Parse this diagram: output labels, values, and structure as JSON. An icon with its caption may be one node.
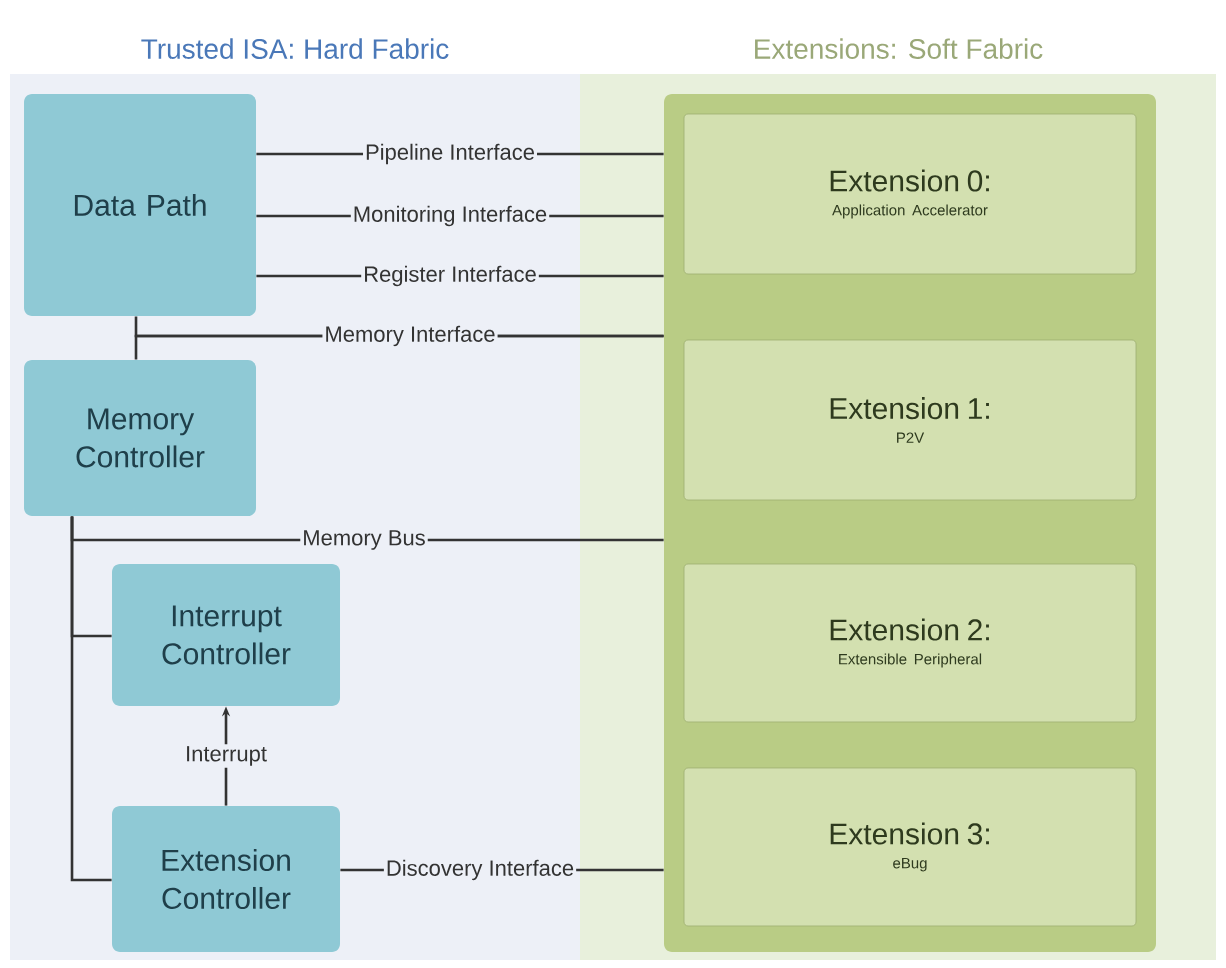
{
  "diagram": {
    "nodes": [
      {
        "text": [
          "Trusted ISA: Hard Fabric"
        ]
      },
      {
        "text": [
          "Extensions: Soft Fabric"
        ]
      },
      {
        "text": [
          "Data Path"
        ],
        "in": 0
      },
      {
        "text": [
          "Memory Controller"
        ],
        "in": 0
      },
      {
        "text": [
          "Interrupt Controller"
        ],
        "in": 0
      },
      {
        "text": [
          "Extension Controller"
        ],
        "in": 0
      },
      {
        "text": [],
        "shape": "box",
        "in": 1
      },
      {
        "text": [
          "Extension 0:",
          "Application Accelerator"
        ],
        "in": 6
      },
      {
        "text": [
          "Extension 1:",
          "P2V"
        ],
        "in": 6
      },
      {
        "text": [
          "Extension 2:",
          "Extensible Peripheral"
        ],
        "in": 6
      },
      {
        "text": [
          "Extension 3:",
          "eBug"
        ],
        "in": 6
      }
    ],
    "edges": [
      {
        "from": 2,
        "to": 6,
        "arrow": "none",
        "label": "Pipeline Interface"
      },
      {
        "from": 2,
        "to": 6,
        "arrow": "none",
        "label": "Monitoring Interface"
      },
      {
        "from": 2,
        "to": 6,
        "arrow": "none",
        "label": "Register Interface"
      },
      {
        "from": 2,
        "to": 6,
        "arrow": "none",
        "label": "Memory Interface"
      },
      {
        "from": 3,
        "to": 6,
        "arrow": "none"
      },
      {
        "from": 3,
        "to": 6,
        "arrow": "none",
        "label": "Memory Bus"
      },
      {
        "from": 3,
        "to": 4,
        "arrow": "none"
      },
      {
        "from": 3,
        "to": 5,
        "arrow": "none"
      },
      {
        "from": 5,
        "to": 4,
        "arrow": "to",
        "label": "Interrupt"
      },
      {
        "from": 5,
        "to": 6,
        "arrow": "none",
        "label": "Discovery Interface"
      }
    ]
  }
}
